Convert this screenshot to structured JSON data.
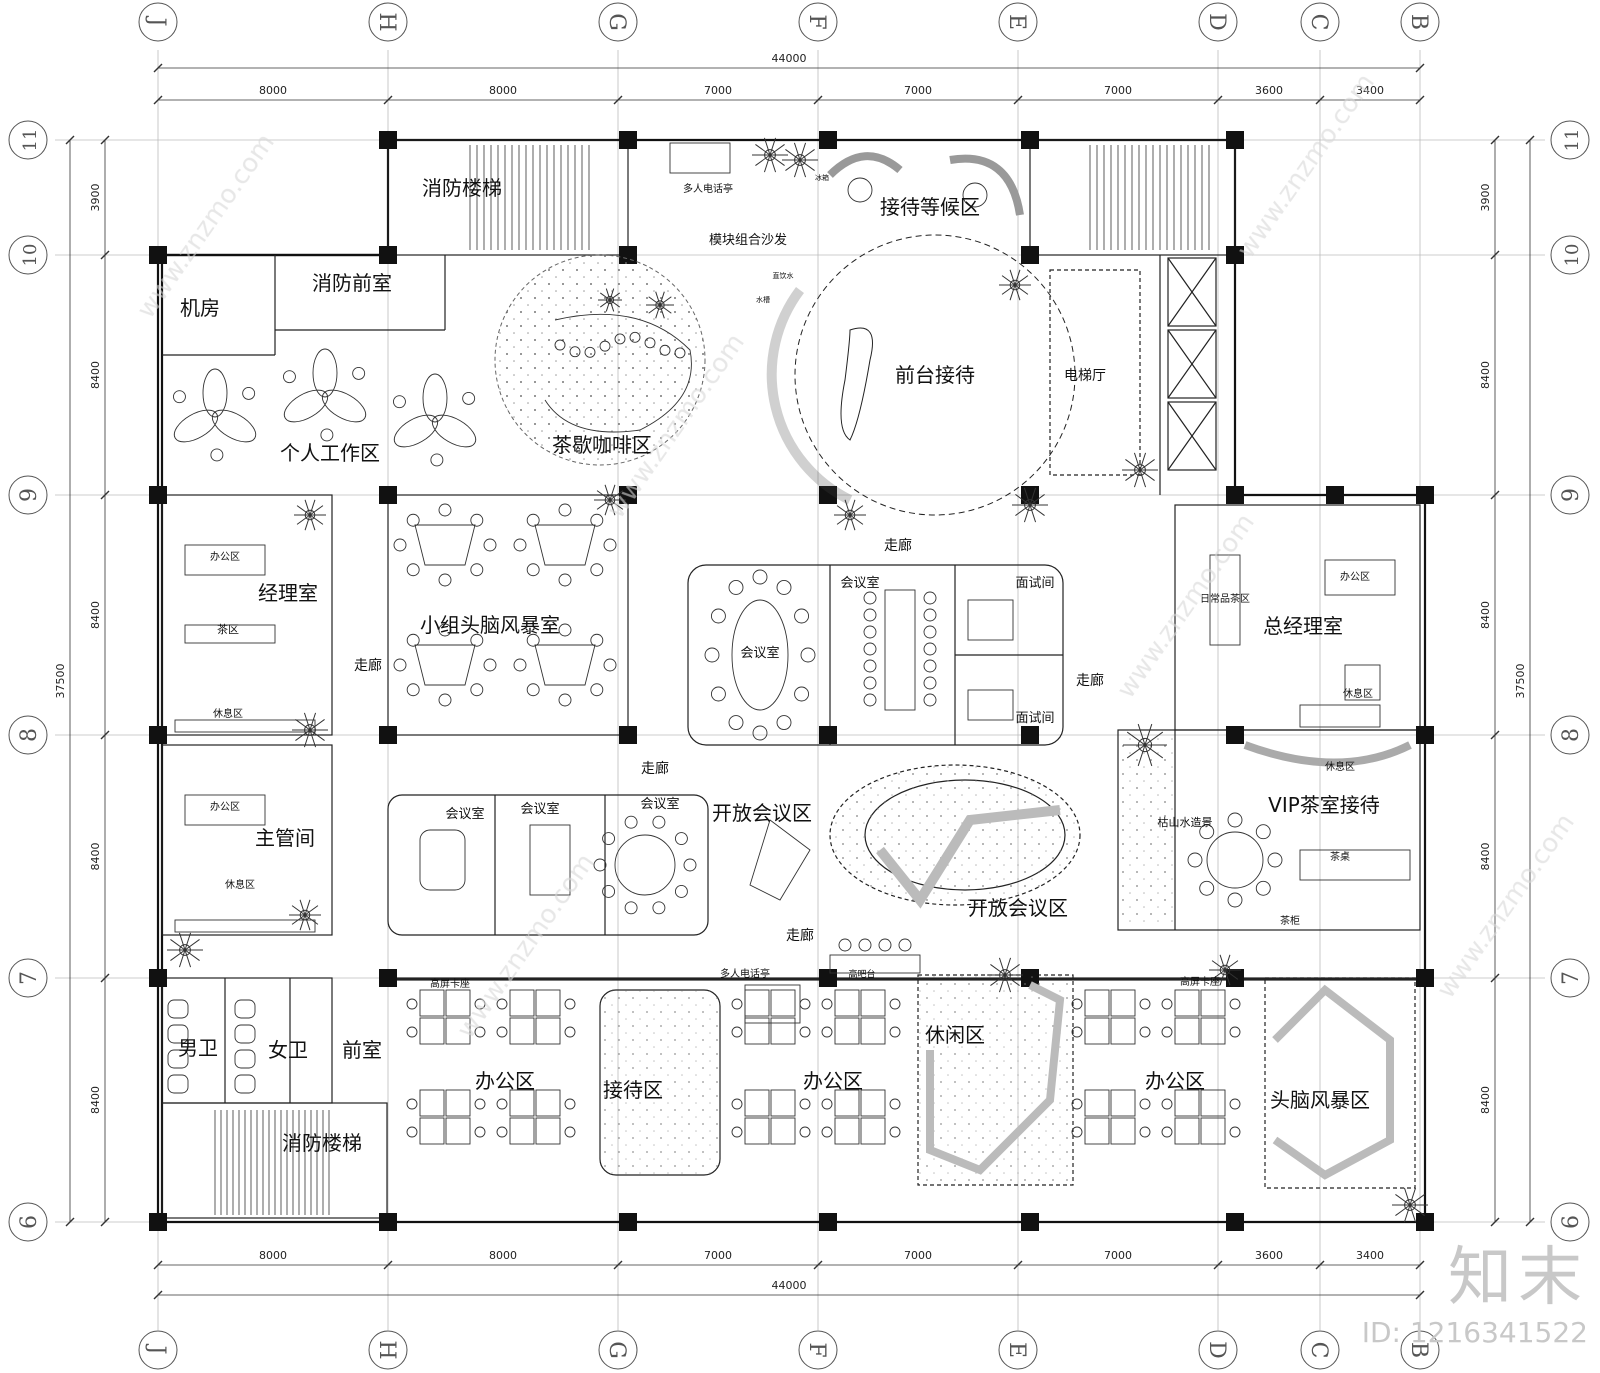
{
  "axes": {
    "columns": [
      "J",
      "H",
      "G",
      "F",
      "E",
      "D",
      "C",
      "B"
    ],
    "rows": [
      "11",
      "10",
      "9",
      "8",
      "7",
      "6"
    ]
  },
  "dimensions": {
    "overall_width": "44000",
    "overall_height": "37500",
    "top_segments": [
      "8000",
      "8000",
      "7000",
      "7000",
      "7000",
      "3600",
      "3400"
    ],
    "left_segments": [
      "3900",
      "8400",
      "8400",
      "8400",
      "8400"
    ],
    "right_segments": [
      "3900",
      "8400",
      "8400",
      "8400",
      "8400"
    ]
  },
  "rooms": [
    {
      "name": "fire-stair-top",
      "label": "消防楼梯"
    },
    {
      "name": "fire-front-room",
      "label": "消防前室"
    },
    {
      "name": "machine-room",
      "label": "机房"
    },
    {
      "name": "individual-workspace",
      "label": "个人工作区"
    },
    {
      "name": "tea-coffee-area",
      "label": "茶歇咖啡区"
    },
    {
      "name": "multi-phone-booth-top",
      "label": "多人电话亭"
    },
    {
      "name": "modular-sofa",
      "label": "模块组合沙发"
    },
    {
      "name": "reception-waiting",
      "label": "接待等候区"
    },
    {
      "name": "front-desk",
      "label": "前台接待"
    },
    {
      "name": "elevator-hall",
      "label": "电梯厅"
    },
    {
      "name": "manager-office",
      "label": "经理室"
    },
    {
      "name": "manager-office-area",
      "label": "办公区"
    },
    {
      "name": "manager-tea-area",
      "label": "茶区"
    },
    {
      "name": "manager-rest-area",
      "label": "休息区"
    },
    {
      "name": "brainstorm-room",
      "label": "小组头脑风暴室"
    },
    {
      "name": "corridor-left",
      "label": "走廊"
    },
    {
      "name": "corridor-top",
      "label": "走廊"
    },
    {
      "name": "meeting-room-oval",
      "label": "会议室"
    },
    {
      "name": "meeting-room-long",
      "label": "会议室"
    },
    {
      "name": "interview-room-1",
      "label": "面试间"
    },
    {
      "name": "interview-room-2",
      "label": "面试间"
    },
    {
      "name": "corridor-right",
      "label": "走廊"
    },
    {
      "name": "gm-office",
      "label": "总经理室"
    },
    {
      "name": "gm-daily-tea",
      "label": "日常品茶区"
    },
    {
      "name": "gm-office-area",
      "label": "办公区"
    },
    {
      "name": "gm-rest-area",
      "label": "休息区"
    },
    {
      "name": "corridor-middle",
      "label": "走廊"
    },
    {
      "name": "supervisor-room",
      "label": "主管间"
    },
    {
      "name": "supervisor-office-area",
      "label": "办公区"
    },
    {
      "name": "supervisor-rest-area",
      "label": "休息区"
    },
    {
      "name": "meeting-room-a",
      "label": "会议室"
    },
    {
      "name": "meeting-room-b",
      "label": "会议室"
    },
    {
      "name": "meeting-room-c",
      "label": "会议室"
    },
    {
      "name": "open-meeting-1",
      "label": "开放会议区"
    },
    {
      "name": "open-meeting-2",
      "label": "开放会议区"
    },
    {
      "name": "vip-tea-room",
      "label": "VIP茶室接待"
    },
    {
      "name": "vip-rest-area",
      "label": "休息区"
    },
    {
      "name": "dry-landscape",
      "label": "枯山水造景"
    },
    {
      "name": "tea-table",
      "label": "茶桌"
    },
    {
      "name": "tea-cabinet",
      "label": "茶柜"
    },
    {
      "name": "corridor-lower",
      "label": "走廊"
    },
    {
      "name": "multi-phone-booth-bottom",
      "label": "多人电话亭"
    },
    {
      "name": "high-bar",
      "label": "高吧台"
    },
    {
      "name": "high-booth-left",
      "label": "高屏卡座"
    },
    {
      "name": "high-booth-right",
      "label": "高屏卡座"
    },
    {
      "name": "mens-toilet",
      "label": "男卫"
    },
    {
      "name": "womens-toilet",
      "label": "女卫"
    },
    {
      "name": "front-room",
      "label": "前室"
    },
    {
      "name": "fire-stair-bottom",
      "label": "消防楼梯"
    },
    {
      "name": "office-area-1",
      "label": "办公区"
    },
    {
      "name": "reception-area",
      "label": "接待区"
    },
    {
      "name": "office-area-2",
      "label": "办公区"
    },
    {
      "name": "leisure-area",
      "label": "休闲区"
    },
    {
      "name": "office-area-3",
      "label": "办公区"
    },
    {
      "name": "brainstorm-area",
      "label": "头脑风暴区"
    },
    {
      "name": "ice-machine",
      "label": "冰箱"
    },
    {
      "name": "water-dispenser",
      "label": "直饮水"
    },
    {
      "name": "sink",
      "label": "水槽"
    }
  ],
  "watermark": {
    "logo": "知末",
    "id": "ID: 1216341522"
  }
}
